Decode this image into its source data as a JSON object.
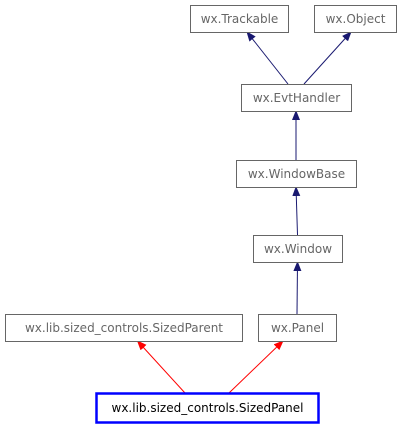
{
  "diagram": {
    "type": "class-inheritance-graph",
    "colors": {
      "node_border": "#666666",
      "node_text": "#666666",
      "focus_border": "#0000ff",
      "focus_text": "#000000",
      "inherit_edge": "#191970",
      "focus_edge": "#ff0000"
    },
    "nodes": [
      {
        "id": "trackable",
        "label": "wx.Trackable",
        "focus": false
      },
      {
        "id": "object",
        "label": "wx.Object",
        "focus": false
      },
      {
        "id": "evthandler",
        "label": "wx.EvtHandler",
        "focus": false
      },
      {
        "id": "windowbase",
        "label": "wx.WindowBase",
        "focus": false
      },
      {
        "id": "window",
        "label": "wx.Window",
        "focus": false
      },
      {
        "id": "sizedparent",
        "label": "wx.lib.sized_controls.SizedParent",
        "focus": false
      },
      {
        "id": "panel",
        "label": "wx.Panel",
        "focus": false
      },
      {
        "id": "sizedpanel",
        "label": "wx.lib.sized_controls.SizedPanel",
        "focus": true
      }
    ],
    "edges": [
      {
        "from": "evthandler",
        "to": "trackable",
        "kind": "inherit"
      },
      {
        "from": "evthandler",
        "to": "object",
        "kind": "inherit"
      },
      {
        "from": "windowbase",
        "to": "evthandler",
        "kind": "inherit"
      },
      {
        "from": "window",
        "to": "windowbase",
        "kind": "inherit"
      },
      {
        "from": "panel",
        "to": "window",
        "kind": "inherit"
      },
      {
        "from": "sizedpanel",
        "to": "sizedparent",
        "kind": "focus"
      },
      {
        "from": "sizedpanel",
        "to": "panel",
        "kind": "focus"
      }
    ]
  }
}
